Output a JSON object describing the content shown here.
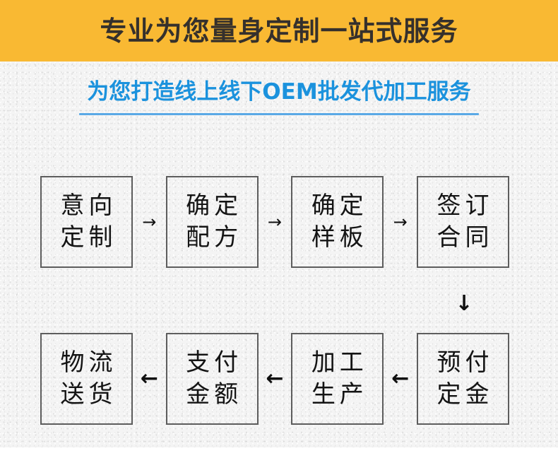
{
  "banner": {
    "title": "专业为您量身定制一站式服务",
    "background_color": "#f9b933",
    "text_color": "#35302c"
  },
  "subtitle": {
    "text": "为您打造线上线下OEM批发代加工服务",
    "text_color": "#1b92dd",
    "rule_color": "#5aa9e6"
  },
  "flow": {
    "row1": {
      "nodes": [
        {
          "line1": "意向",
          "line2": "定制"
        },
        {
          "line1": "确定",
          "line2": "配方"
        },
        {
          "line1": "确定",
          "line2": "样板"
        },
        {
          "line1": "签订",
          "line2": "合同"
        }
      ],
      "arrows": [
        "→",
        "→",
        "→"
      ]
    },
    "connector_down": "↓",
    "row2": {
      "nodes": [
        {
          "line1": "物流",
          "line2": "送货"
        },
        {
          "line1": "支付",
          "line2": "金额"
        },
        {
          "line1": "加工",
          "line2": "生产"
        },
        {
          "line1": "预付",
          "line2": "定金"
        }
      ],
      "arrows": [
        "←",
        "←",
        "←"
      ]
    },
    "node_border_color": "#5d5d5d",
    "node_text_color": "#141414"
  },
  "background": {
    "page_color": "#ffffff",
    "texture_color": "#f4f4f4"
  }
}
